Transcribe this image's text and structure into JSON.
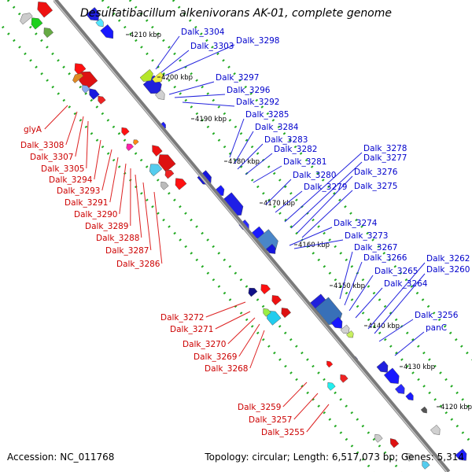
{
  "title": "Desulfatibacillum alkenivorans AK-01, complete genome",
  "footer": {
    "accession": "Accession: NC_011768",
    "summary": "Topology: circular; Length: 6,517,073 bp; Genes: 5,314"
  },
  "colors": {
    "forward_strand": "#1010e0",
    "reverse_strand": "#ee1111",
    "backbone": "#808080",
    "ruler_dots": "#22aa22",
    "scale_text": "#000000",
    "forward_label": "#0000cc",
    "reverse_label": "#cc0000",
    "callout_forward": "#2222dd",
    "callout_reverse": "#dd2222"
  },
  "scale_labels": [
    "4210 kbp",
    "4200 kbp",
    "4190 kbp",
    "4180 kbp",
    "4170 kbp",
    "4160 kbp",
    "4150 kbp",
    "4140 kbp",
    "4130 kbp",
    "4120 kbp"
  ],
  "forward_genes": [
    "Dalk_3304",
    "Dalk_3303",
    "Dalk_3298",
    "Dalk_3297",
    "Dalk_3296",
    "Dalk_3292",
    "Dalk_3285",
    "Dalk_3284",
    "Dalk_3283",
    "Dalk_3282",
    "Dalk_3281",
    "Dalk_3280",
    "Dalk_3279",
    "Dalk_3278",
    "Dalk_3277",
    "Dalk_3276",
    "Dalk_3275",
    "Dalk_3274",
    "Dalk_3273",
    "Dalk_3267",
    "Dalk_3266",
    "Dalk_3265",
    "Dalk_3264",
    "Dalk_3262",
    "Dalk_3260",
    "Dalk_3256",
    "panC"
  ],
  "reverse_genes": [
    "glyA",
    "Dalk_3308",
    "Dalk_3307",
    "Dalk_3305",
    "Dalk_3294",
    "Dalk_3293",
    "Dalk_3291",
    "Dalk_3290",
    "Dalk_3289",
    "Dalk_3288",
    "Dalk_3287",
    "Dalk_3286",
    "Dalk_3272",
    "Dalk_3271",
    "Dalk_3270",
    "Dalk_3269",
    "Dalk_3268",
    "Dalk_3259",
    "Dalk_3257",
    "Dalk_3255"
  ]
}
